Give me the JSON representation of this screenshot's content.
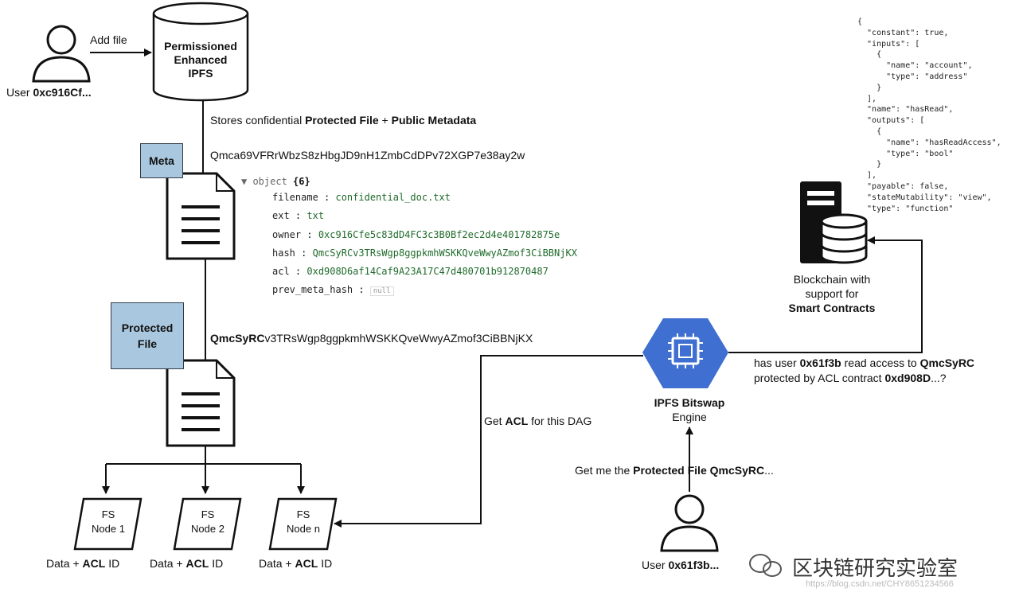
{
  "user_top": {
    "prefix": "User ",
    "id": "0xc916Cf..."
  },
  "add_file": "Add file",
  "ipfs": {
    "line1": "Permissioned",
    "line2": "Enhanced",
    "line3": "IPFS"
  },
  "stores": {
    "text1": "Stores confidential ",
    "protected": "Protected File",
    "plus": " + ",
    "metadata": "Public Metadata"
  },
  "meta_tag": "Meta",
  "meta_hash": "Qmca69VFRrWbzS8zHbgJD9nH1ZmbCdDPv72XGP7e38ay2w",
  "object": {
    "header_type": "object",
    "header_count": "{6}",
    "rows": [
      {
        "key": "filename",
        "value": "confidential_doc.txt"
      },
      {
        "key": "ext",
        "value": "txt"
      },
      {
        "key": "owner",
        "value": "0xc916Cfe5c83dD4FC3c3B0Bf2ec2d4e401782875e"
      },
      {
        "key": "hash",
        "value": "QmcSyRCv3TRsWgp8ggpkmhWSKKQveWwyAZmof3CiBBNjKX"
      },
      {
        "key": "acl",
        "value": "0xd908D6af14Caf9A23A17C47d480701b912870487"
      },
      {
        "key": "prev_meta_hash",
        "value": ""
      }
    ],
    "null_label": "null"
  },
  "protected_tag": {
    "line1": "Protected",
    "line2": "File"
  },
  "protected_hash": {
    "bold": "QmcSyRC",
    "rest": "v3TRsWgp8ggpkmhWSKKQveWwyAZmof3CiBBNjKX"
  },
  "fs_nodes": [
    {
      "line1": "FS",
      "line2": "Node 1",
      "data_prefix": "Data  + ",
      "acl": "ACL",
      "suffix": " ID"
    },
    {
      "line1": "FS",
      "line2": "Node 2",
      "data_prefix": "Data + ",
      "acl": "ACL",
      "suffix": " ID"
    },
    {
      "line1": "FS",
      "line2": "Node n",
      "data_prefix": "Data + ",
      "acl": "ACL",
      "suffix": " ID"
    }
  ],
  "get_acl": {
    "pre": "Get ",
    "bold": "ACL",
    "post": " for this DAG"
  },
  "bitswap": {
    "line1": "IPFS Bitswap",
    "line2": "Engine"
  },
  "get_file": {
    "pre": "Get me the ",
    "bold": "Protected File QmcSyRC",
    "post": "..."
  },
  "user_bottom": {
    "prefix": "User ",
    "id": "0x61f3b..."
  },
  "question": {
    "t1": "has user ",
    "b1": "0x61f3b",
    "t2": " read access to ",
    "b2": "QmcSyRC",
    "t3": "protected by ACL contract ",
    "b3": "0xd908D",
    "t4": "...?"
  },
  "blockchain": {
    "line1": "Blockchain with",
    "line2": "support for",
    "line3": "Smart Contracts"
  },
  "abi_json": [
    "{",
    "  \"constant\": true,",
    "  \"inputs\": [",
    "    {",
    "      \"name\": \"account\",",
    "      \"type\": \"address\"",
    "    }",
    "  ],",
    "  \"name\": \"hasRead\",",
    "  \"outputs\": [",
    "    {",
    "      \"name\": \"hasReadAccess\",",
    "      \"type\": \"bool\"",
    "    }",
    "  ],",
    "  \"payable\": false,",
    "  \"stateMutability\": \"view\",",
    "  \"type\": \"function\""
  ],
  "watermark": {
    "text": "区块链研究实验室",
    "url": "https://blog.csdn.net/CHY8651234566"
  },
  "colors": {
    "accent": "#3f6fd0",
    "tag_fill": "#a9c7de",
    "stroke": "#111111"
  }
}
